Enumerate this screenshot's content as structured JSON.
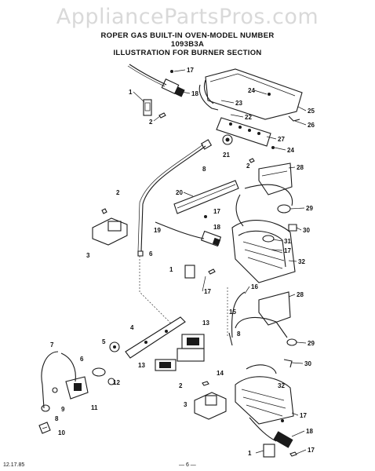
{
  "watermark": "AppliancePartsPros.com",
  "title": {
    "line1": "ROPER GAS BUILT-IN OVEN-MODEL NUMBER",
    "line2": "1093B3A",
    "line3": "ILLUSTRATION FOR BURNER SECTION"
  },
  "callouts": [
    "17",
    "18",
    "1",
    "2",
    "24",
    "23",
    "22",
    "25",
    "26",
    "27",
    "21",
    "2",
    "24",
    "8",
    "28",
    "20",
    "2",
    "29",
    "17",
    "18",
    "30",
    "31",
    "19",
    "17",
    "3",
    "6",
    "32",
    "1",
    "17",
    "16",
    "28",
    "15",
    "4",
    "13",
    "5",
    "8",
    "29",
    "7",
    "6",
    "12",
    "13",
    "14",
    "2",
    "30",
    "32",
    "9",
    "3",
    "11",
    "8",
    "10",
    "17",
    "18",
    "1",
    "17"
  ],
  "footer": {
    "date": "12.17.85",
    "page": "— 6 —"
  }
}
